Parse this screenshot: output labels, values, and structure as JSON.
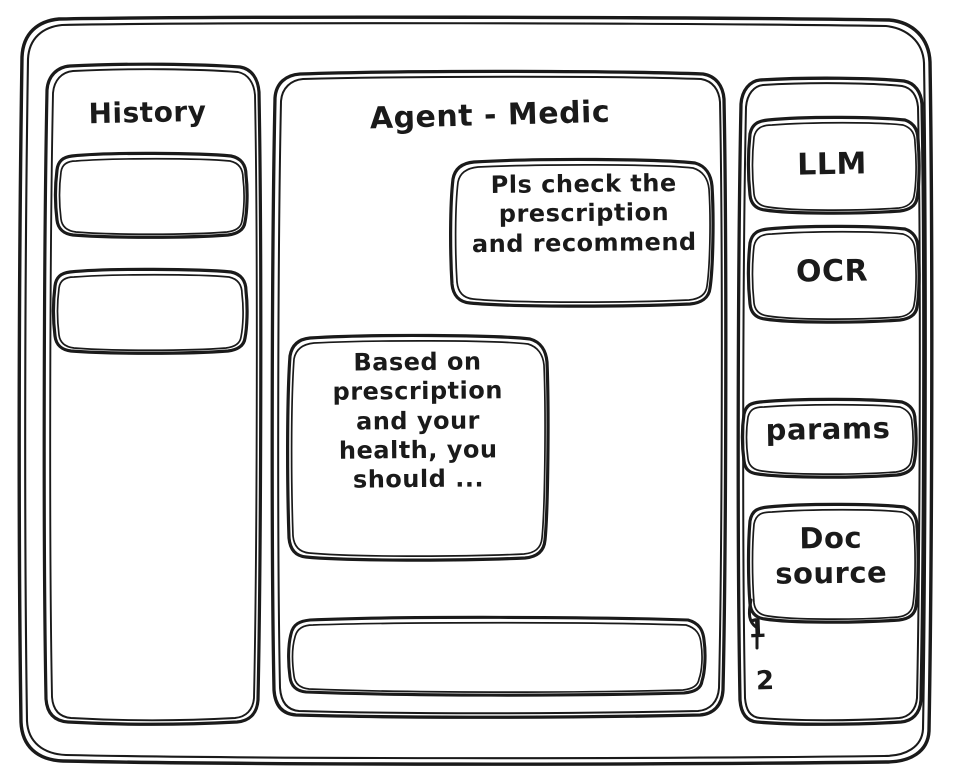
{
  "app": {
    "frame_name": "app-window",
    "background_color": "#ffffff",
    "ink_color": "#1a1a1a",
    "style": "hand-drawn wireframe sketch"
  },
  "sidebar_left": {
    "title": "History",
    "items": [
      {
        "label": "",
        "name": "history-item-1"
      },
      {
        "label": "",
        "name": "history-item-2"
      }
    ]
  },
  "main": {
    "title": "Agent - Medic",
    "messages": [
      {
        "role": "user",
        "text": "Pls check the\nprescription\nand recommend",
        "align": "right"
      },
      {
        "role": "agent",
        "text": "Based on\nprescription\nand your\nhealth, you\nshould ...",
        "align": "left"
      }
    ],
    "composer": {
      "value": "",
      "placeholder": ""
    }
  },
  "sidebar_right": {
    "tools": [
      {
        "label": "LLM",
        "name": "tool-llm"
      },
      {
        "label": "OCR",
        "name": "tool-ocr"
      },
      {
        "label": "params",
        "name": "tool-params"
      },
      {
        "label": "Doc\nsource",
        "name": "tool-doc-source"
      }
    ],
    "source_list": [
      {
        "label": "1",
        "name": "doc-source-item-1"
      },
      {
        "label": "2",
        "name": "doc-source-item-2"
      }
    ]
  }
}
